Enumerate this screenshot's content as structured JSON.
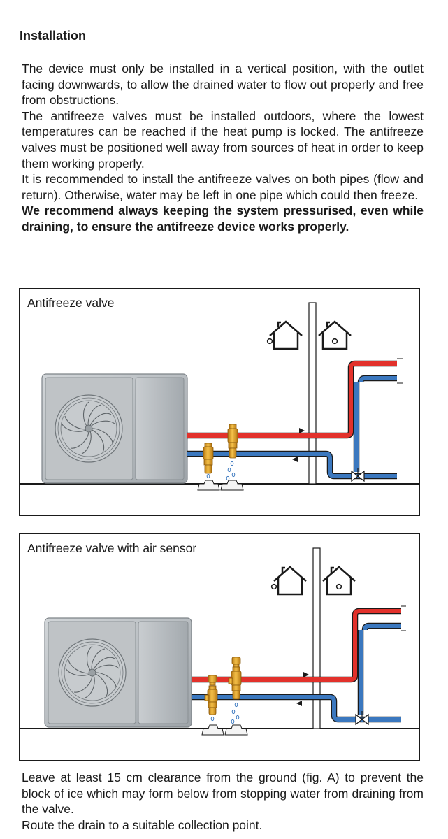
{
  "heading": "Installation",
  "intro": {
    "p1": "The device must only be installed in a vertical position, with the outlet facing downwards, to allow the drained water to flow out properly and free from obstructions.",
    "p2": "The antifreeze valves must be installed outdoors, where the lowest temperatures can be reached if the heat pump is locked. The antifreeze valves must be positioned well away from sources of heat in order to keep them working properly.",
    "p3": "It is recommended to install the antifreeze valves on both pipes (flow and return). Otherwise, water may be left in one pipe which could then freeze.",
    "p4": "We recommend always keeping the system pressurised, even while draining, to ensure the antifreeze device works properly."
  },
  "figures": [
    {
      "title": "Antifreeze valve"
    },
    {
      "title": "Antifreeze valve with air sensor"
    }
  ],
  "outro": {
    "p1": "Leave at least 15 cm clearance from the ground (fig. A) to prevent the block of ice which may form below from stopping water from draining from the valve.",
    "p2": "Route the drain to a suitable collection point."
  },
  "colors": {
    "flow_pipe": "#e2312b",
    "return_pipe": "#3b78bf",
    "valve_brass": "#e6a526",
    "unit_body": "#b7bcc0",
    "text": "#1a1a1a"
  },
  "icons": [
    "heat-pump-unit-icon",
    "fan-icon",
    "house-icon",
    "direction-arrow-icon",
    "gate-valve-icon",
    "antifreeze-valve-icon",
    "air-sensor-icon",
    "drain-drop-icon"
  ]
}
